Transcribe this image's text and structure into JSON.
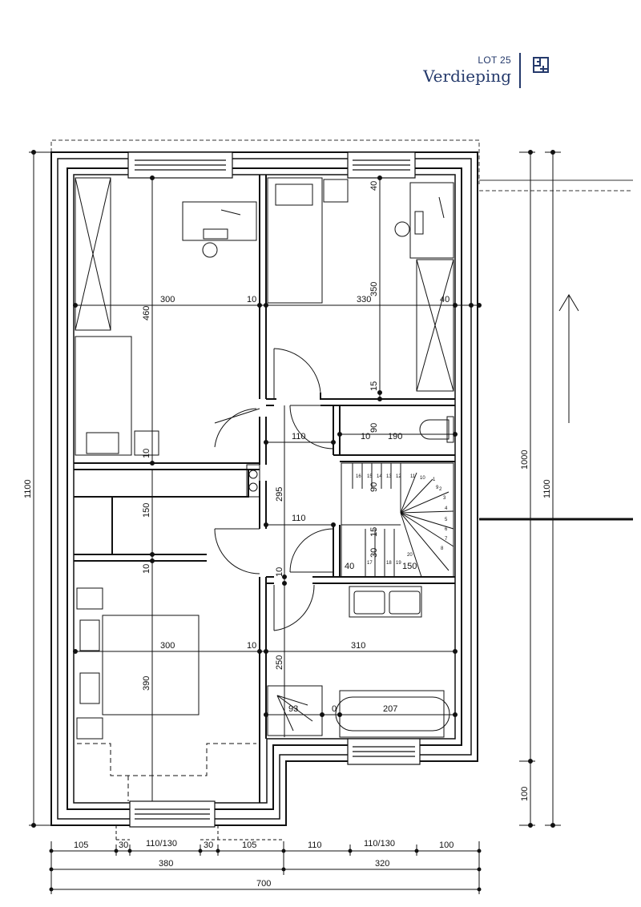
{
  "header": {
    "lot": "LOT 25",
    "title": "Verdieping",
    "icon": "floorplan-icon",
    "color": "#24396b"
  },
  "plan": {
    "room_dims": {
      "bed1_width": "300",
      "bed1_depth": "460",
      "bed1_gap": "10",
      "bed2_width": "330",
      "bed2_depth": "350",
      "bed2_top": "40",
      "bed2_right": "40",
      "landing_width": "110",
      "landing_depth": "295",
      "hall_gap": "15",
      "wc_10": "10",
      "wc_90": "90",
      "wc_190": "190",
      "lower_landing": "110",
      "stair_90": "90",
      "stair_15": "15",
      "stair_30": "30",
      "stair_40": "40",
      "stair_150": "150",
      "storage_10": "10",
      "storage_150": "150",
      "mid_10": "10",
      "hall_10": "10",
      "bed3_width": "300",
      "bed3_depth": "390",
      "bed3_gap": "10",
      "bath_width": "310",
      "bath_depth": "250",
      "shower": "93",
      "bath_0": "0",
      "tub": "207"
    },
    "stair_steps": [
      "1",
      "2",
      "3",
      "4",
      "5",
      "6",
      "7",
      "8",
      "9",
      "10",
      "11",
      "12",
      "13",
      "14",
      "15",
      "16",
      "17",
      "18",
      "19",
      "20"
    ],
    "outer_dims": {
      "left_total": "1100",
      "right_1000": "1000",
      "right_100": "100",
      "right_total": "1100"
    },
    "bottom_dims": {
      "row1": [
        "105",
        "30",
        "110/130",
        "30",
        "105",
        "110",
        "110/130",
        "100"
      ],
      "row2": [
        "380",
        "320"
      ],
      "row3": "700"
    }
  }
}
